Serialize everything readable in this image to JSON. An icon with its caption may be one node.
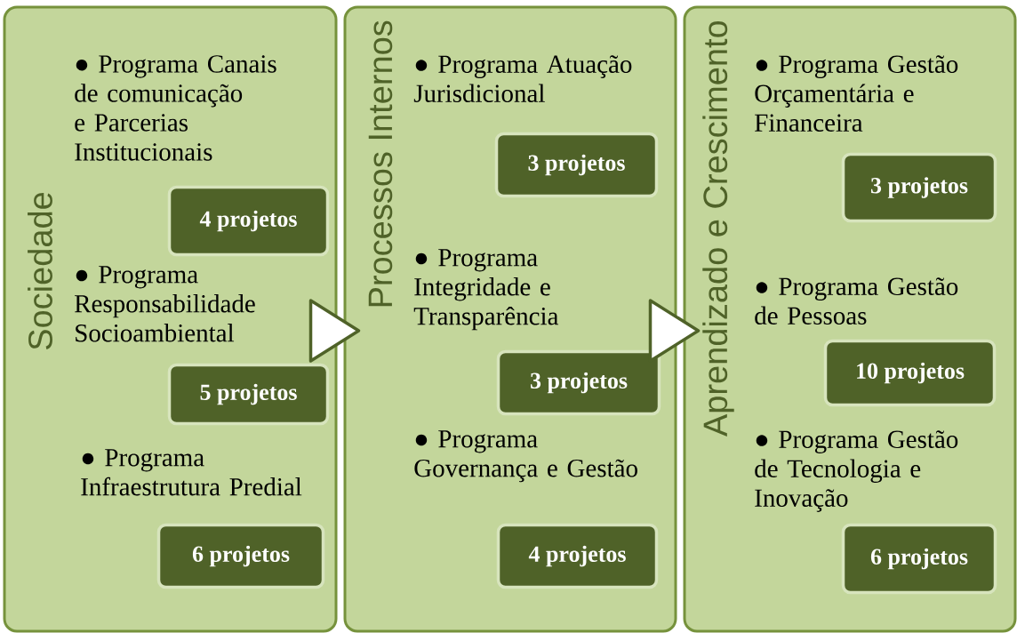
{
  "diagram": {
    "nodes": [
      {
        "text": [
          "Sociedade",
          "● Programa Canais de comunicação e Parcerias Institucionais",
          "● Programa Responsabilidade Socioambiental",
          "● Programa Infraestrutura Predial"
        ]
      },
      {
        "text": [
          "Processos Internos",
          "● Programa Atuação Jurisdicional",
          "● Programa Integridade e Transparência",
          "● Programa Governança e Gestão"
        ]
      },
      {
        "text": [
          "Aprendizado e Crescimento",
          "● Programa Gestão Orçamentária e Financeira",
          "● Programa Gestão de Pessoas",
          "● Programa Gestão de Tecnologia e Inovação"
        ]
      },
      {
        "text": [
          "4 projetos"
        ],
        "in": 0
      },
      {
        "text": [
          "5 projetos"
        ],
        "in": 0
      },
      {
        "text": [
          "6 projetos"
        ],
        "in": 0
      },
      {
        "text": [
          "3 projetos"
        ],
        "in": 1
      },
      {
        "text": [
          "3 projetos"
        ],
        "in": 1
      },
      {
        "text": [
          "4 projetos"
        ],
        "in": 1
      },
      {
        "text": [
          "3 projetos"
        ],
        "in": 2
      },
      {
        "text": [
          "10 projetos"
        ],
        "in": 2
      },
      {
        "text": [
          "6 projetos"
        ],
        "in": 2
      }
    ],
    "edges": [
      {
        "from": 0,
        "to": 1,
        "arrow": "to"
      },
      {
        "from": 1,
        "to": 2,
        "arrow": "to"
      }
    ]
  }
}
